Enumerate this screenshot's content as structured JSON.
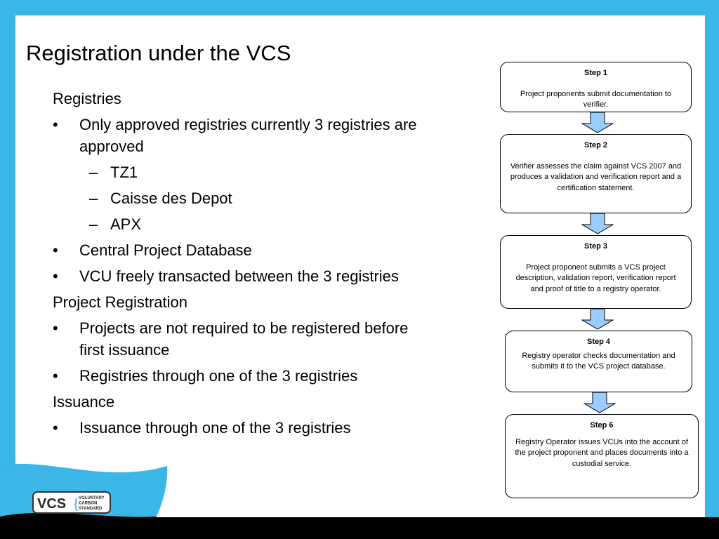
{
  "slide": {
    "title": "Registration under the VCS",
    "bullets": {
      "registries_heading": "Registries",
      "approved": "Only approved registries currently 3 registries are",
      "approved_cont": "approved",
      "tz1": "TZ1",
      "caisse": "Caisse des Depot",
      "apx": "APX",
      "central_db": "Central Project Database",
      "vcu": "VCU freely transacted between the 3 registries",
      "project_registration_heading": "Project Registration",
      "not_required": "Projects are not required to be registered before",
      "not_required_cont": "first issuance",
      "registries_through": "Registries through one of the 3 registries",
      "issuance_heading": "Issuance",
      "issuance_through": "Issuance through one of the 3 registries",
      "bullet_glyph": "•",
      "dash_glyph": "–"
    }
  },
  "steps": [
    {
      "title": "Step 1",
      "text": "Project proponents submit documentation to verifier."
    },
    {
      "title": "Step 2",
      "text": "Verifier assesses the claim against VCS 2007 and produces a validation and verification report and a certification statement."
    },
    {
      "title": "Step 3",
      "text": "Project proponent submits a VCS project description, validation report, verification report and proof of title to a registry operator."
    },
    {
      "title": "Step 4",
      "text": "Registry operator checks documentation and submits it to the VCS project database."
    },
    {
      "title": "Step 6",
      "text": "Registry Operator issues VCUs into the account of the project proponent and places documents into a custodial service."
    }
  ],
  "logo": {
    "text": "VCS",
    "line1": "VOLUNTARY",
    "line2": "CARBON",
    "line3": "STANDARD"
  },
  "colors": {
    "background": "#3bb6e6",
    "arrow_fill": "#99ccff",
    "footer": "#000000"
  }
}
